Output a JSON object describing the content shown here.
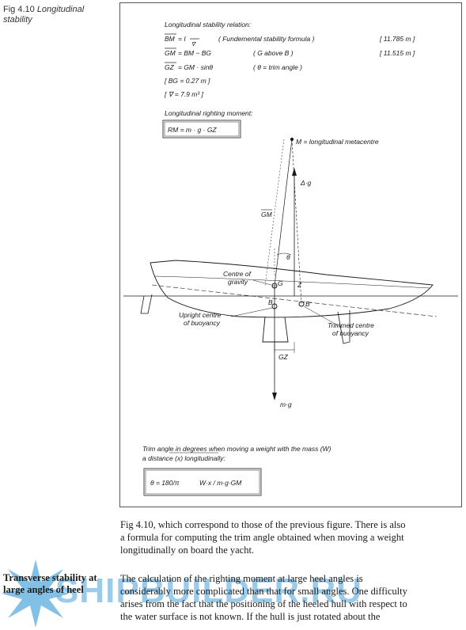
{
  "side_caption": {
    "fig_no": "Fig 4.10",
    "title_line1": "Longitudinal",
    "title_line2": "stability"
  },
  "diagram": {
    "heading": "Longitudinal stability relation:",
    "eq1_lhs": "BM",
    "eq1_rhs": "= I",
    "eq1_note": "( Fundemental stability formula )",
    "eq1_value": "[ 11.785 m ]",
    "eq2_lhs": "GM",
    "eq2_rhs": "= BM  −  BG",
    "eq2_note": "( G above B )",
    "eq2_value": "[ 11.515 m ]",
    "eq3_lhs": "GZ",
    "eq3_rhs": "= GM · sinθ",
    "eq3_note": "( θ = trim angle )",
    "bg_value": "[ BG  = 0.27 m ]",
    "vol_value": "[ ∇  = 7.9 m³ ]",
    "moment_heading": "Longitudinal righting moment:",
    "moment_formula": "RM  = m · g · GZ",
    "metacentre_label": "M  = longitudinal metacentre",
    "buoy_force": "Δ·g",
    "gm_label": "GM",
    "theta": "θ",
    "cog_line1": "Centre of",
    "cog_line2": "gravity",
    "g_label": "G",
    "z_label": "Z",
    "b_label": "B",
    "b_prime_label": "B'",
    "upright_line1": "Upright centre",
    "upright_line2": "of buoyancy",
    "trimmed_line1": "Trimmed centre",
    "trimmed_line2": "of buoyancy",
    "gz_label": "GZ",
    "weight_label": "m·g",
    "trim_heading_line1": "Trim angle in degrees when moving a weight with the mass (W)",
    "trim_heading_line2": "a distance (x) longitudinally:",
    "trim_formula_lhs": "θ = 180/π",
    "trim_formula_rhs": "W·x / m·g·GM"
  },
  "paragraph1": {
    "line1": "Fig 4.10, which correspond to those of the previous figure. There is also",
    "line2": "a formula for computing the trim angle obtained when moving a weight",
    "line3": "longitudinally on board the yacht."
  },
  "section_heading": {
    "line1": "Transverse stability at",
    "line2": "large angles of heel"
  },
  "paragraph2": {
    "line1": "The calculation of the righting moment at large heel angles is",
    "line2": "considerably more complicated than that for small angles. One difficulty",
    "line3": "arises from the fact that the positioning of the heeled hull with respect to",
    "line4": "the water surface is not known. If the hull is just rotated about the"
  },
  "watermark": {
    "text": "SHIPBUILDER.RU"
  },
  "colors": {
    "ink": "#1a1a1a",
    "watermark": "#1e8cd2"
  }
}
